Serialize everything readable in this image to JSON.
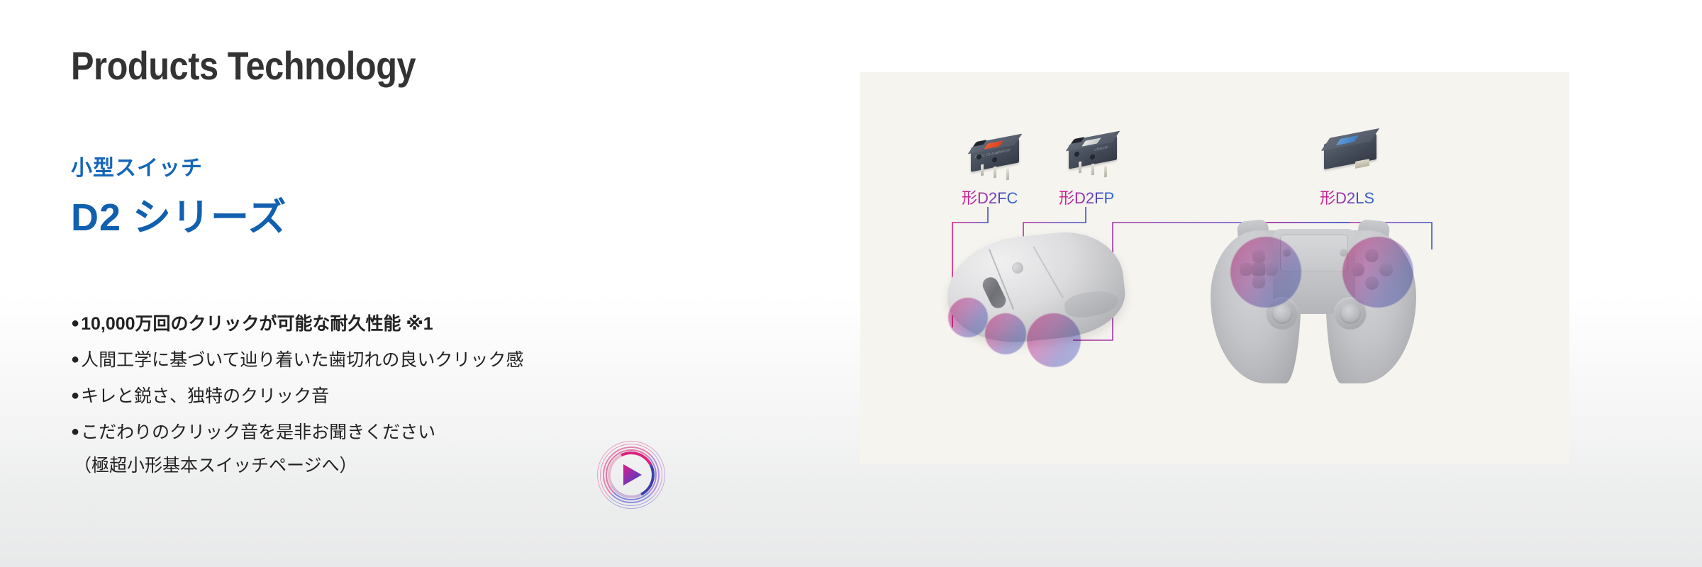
{
  "page": {
    "title": "Products Technology",
    "eyebrow": "小型スイッチ",
    "series": "D2 シリーズ",
    "accent_blue": "#1160b0",
    "title_color": "#333333",
    "panel_bg": "#f6f4ef"
  },
  "features": [
    {
      "bullet": "●",
      "text": "10,000万回のクリックが可能な耐久性能 ※1",
      "bold": true
    },
    {
      "bullet": "●",
      "text": "人間工学に基づいて辿り着いた歯切れの良いクリック感",
      "bold": false
    },
    {
      "bullet": "●",
      "text": "キレと鋭さ、独特のクリック音",
      "bold": false
    },
    {
      "bullet": "●",
      "text": "こだわりのクリック音を是非お聞きください",
      "bold": false
    }
  ],
  "features_sub": "（極超小形基本スイッチページへ）",
  "play_button": {
    "label": "play-audio",
    "gradient_start": "#d8237e",
    "gradient_end": "#3b3fa8"
  },
  "diagram": {
    "switches": [
      {
        "id": "d2fc",
        "label": "形D2FC",
        "button_color": "#f05a30"
      },
      {
        "id": "d2fp",
        "label": "形D2FP",
        "button_color": "#e8e8e6"
      },
      {
        "id": "d2ls",
        "label": "形D2LS",
        "button_color": "#5d9ad8"
      }
    ],
    "devices": [
      {
        "id": "mouse",
        "name": "computer-mouse"
      },
      {
        "id": "gamepad",
        "name": "game-controller"
      }
    ],
    "label_gradient": {
      "from": "#d41e88",
      "mid": "#9a2fae",
      "to": "#2f6fd0"
    },
    "highlight_gradient": {
      "from": "#ec5aa0",
      "to": "#6e82dc"
    }
  }
}
